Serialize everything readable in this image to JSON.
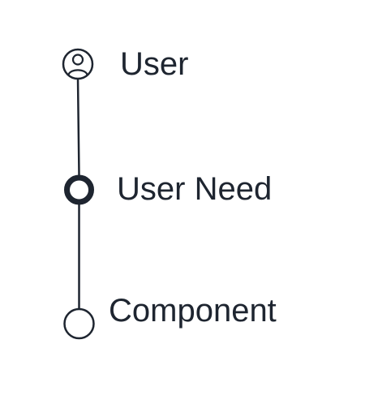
{
  "diagram": {
    "nodes": [
      {
        "id": "user",
        "label": "User",
        "icon": "user-icon"
      },
      {
        "id": "user-need",
        "label": "User Need",
        "icon": "thick-ring-icon"
      },
      {
        "id": "component",
        "label": "Component",
        "icon": "hollow-circle-icon"
      }
    ],
    "edges": [
      {
        "from": "user",
        "to": "user-need"
      },
      {
        "from": "user-need",
        "to": "component"
      }
    ]
  },
  "colors": {
    "stroke": "#1e2530",
    "text": "#1e2530",
    "background": "#ffffff"
  }
}
